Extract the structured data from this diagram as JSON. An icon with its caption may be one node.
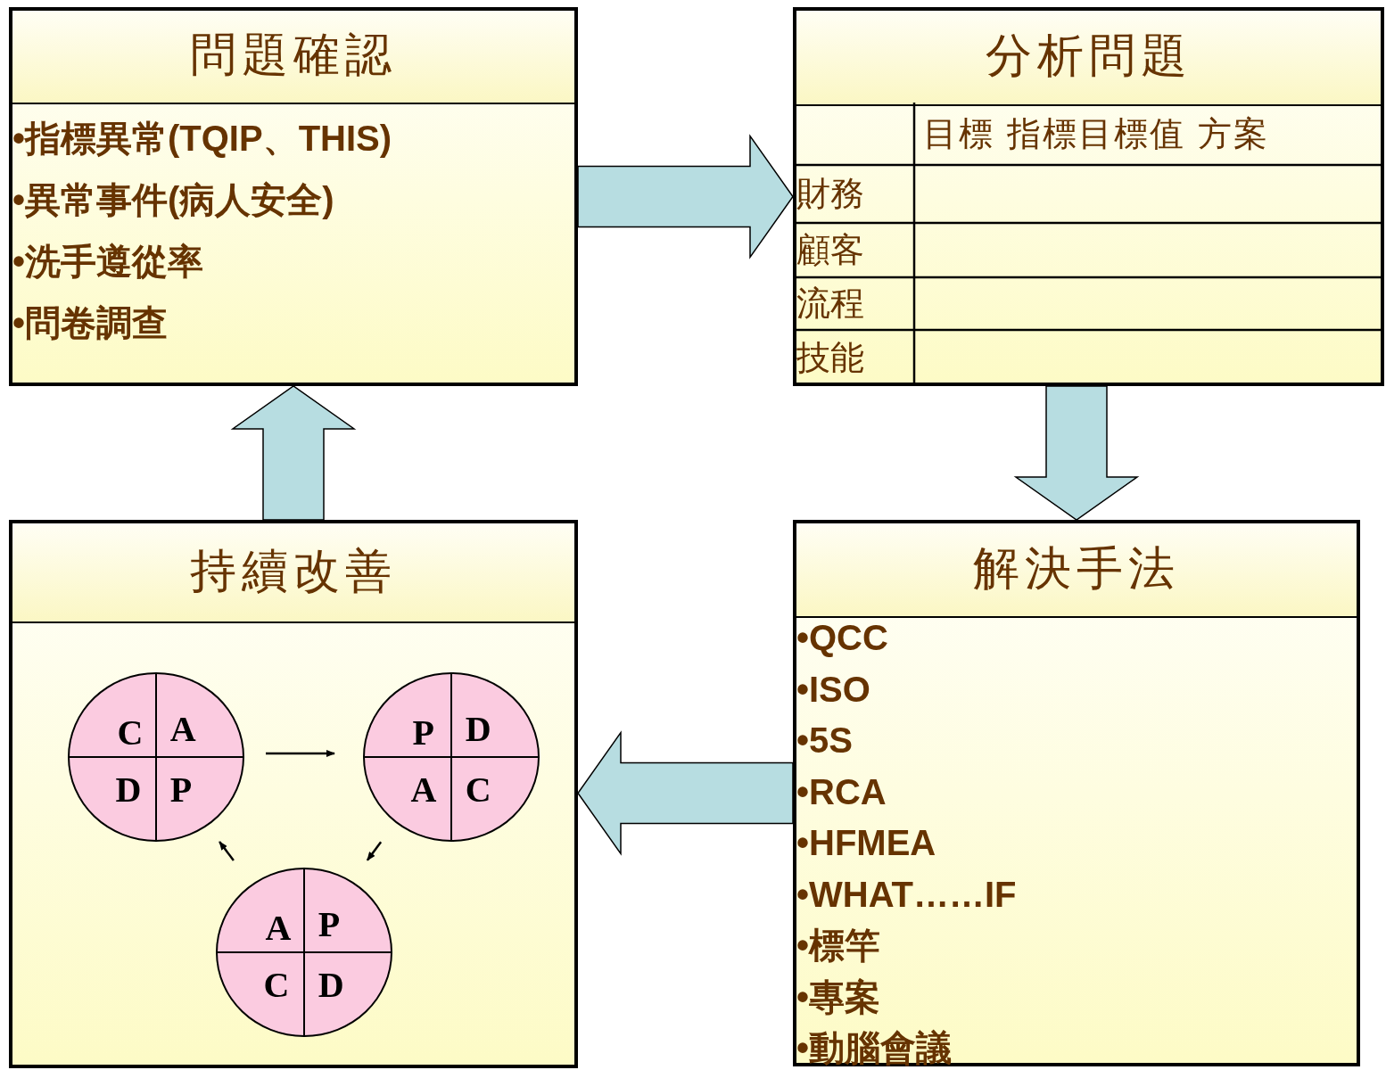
{
  "diagram": {
    "nodes": [
      {
        "text": [
          "問題確認",
          "•指標異常(TQIP、THIS)",
          "•異常事件(病人安全)",
          "•洗手遵從率",
          "•問卷調查"
        ]
      },
      {
        "text": [
          "分析問題",
          "目標 指標目標值 方案",
          "財務",
          "顧客",
          "流程",
          "技能"
        ]
      },
      {
        "text": [
          "解決手法",
          "•QCC",
          "•ISO",
          "•5S",
          "•RCA",
          "•HFMEA",
          "•WHAT……IF",
          "•標竿",
          "•專案",
          "•動腦會議"
        ]
      },
      {
        "text": [
          "持續改善"
        ]
      },
      {
        "text": [
          "C",
          "A",
          "D",
          "P"
        ],
        "in": 3
      },
      {
        "text": [
          "P",
          "D",
          "A",
          "C"
        ],
        "in": 3
      },
      {
        "text": [
          "A",
          "P",
          "C",
          "D"
        ],
        "in": 3
      }
    ],
    "edges": [
      {
        "from": 0,
        "to": 1,
        "arrow": "to",
        "style": "thick",
        "color": "#b7dde1"
      },
      {
        "from": 1,
        "to": 2,
        "arrow": "to",
        "style": "thick",
        "color": "#b7dde1"
      },
      {
        "from": 2,
        "to": 3,
        "arrow": "to",
        "style": "thick",
        "color": "#b7dde1"
      },
      {
        "from": 3,
        "to": 0,
        "arrow": "to",
        "style": "thick",
        "color": "#b7dde1"
      },
      {
        "from": 4,
        "to": 5,
        "arrow": "to"
      },
      {
        "from": 5,
        "to": 6,
        "arrow": "to"
      },
      {
        "from": 6,
        "to": 4,
        "arrow": "to"
      }
    ]
  }
}
